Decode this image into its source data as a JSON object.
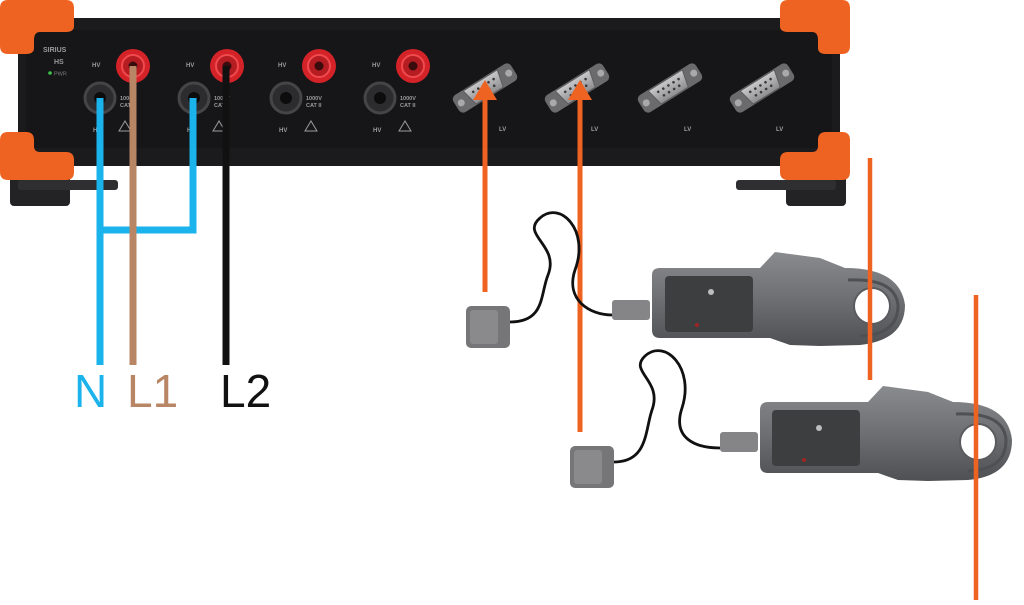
{
  "device": {
    "brand": "SIRIUS",
    "model": "HS",
    "status_led": "PWR",
    "hv_channels": [
      {
        "top": "HV",
        "bottom": "HV",
        "rating": "1000V",
        "category": "CAT II"
      },
      {
        "top": "HV",
        "bottom": "HV",
        "rating": "1000V",
        "category": "CAT II"
      },
      {
        "top": "HV",
        "bottom": "HV",
        "rating": "1000V",
        "category": "CAT II"
      },
      {
        "top": "HV",
        "bottom": "HV",
        "rating": "1000V",
        "category": "CAT II"
      }
    ],
    "lv_channels": [
      {
        "label": "LV"
      },
      {
        "label": "LV"
      },
      {
        "label": "LV"
      },
      {
        "label": "LV"
      }
    ]
  },
  "wires": {
    "N": {
      "label": "N",
      "color": "#1ab3ec"
    },
    "L1": {
      "label": "L1",
      "color": "#b88665"
    },
    "L2": {
      "label": "L2",
      "color": "#111111"
    }
  },
  "colors": {
    "accent": "#ef6322",
    "housing": "#1b1b1d",
    "terminal_red": "#d32328",
    "clamp_gray": "#6f7073"
  }
}
